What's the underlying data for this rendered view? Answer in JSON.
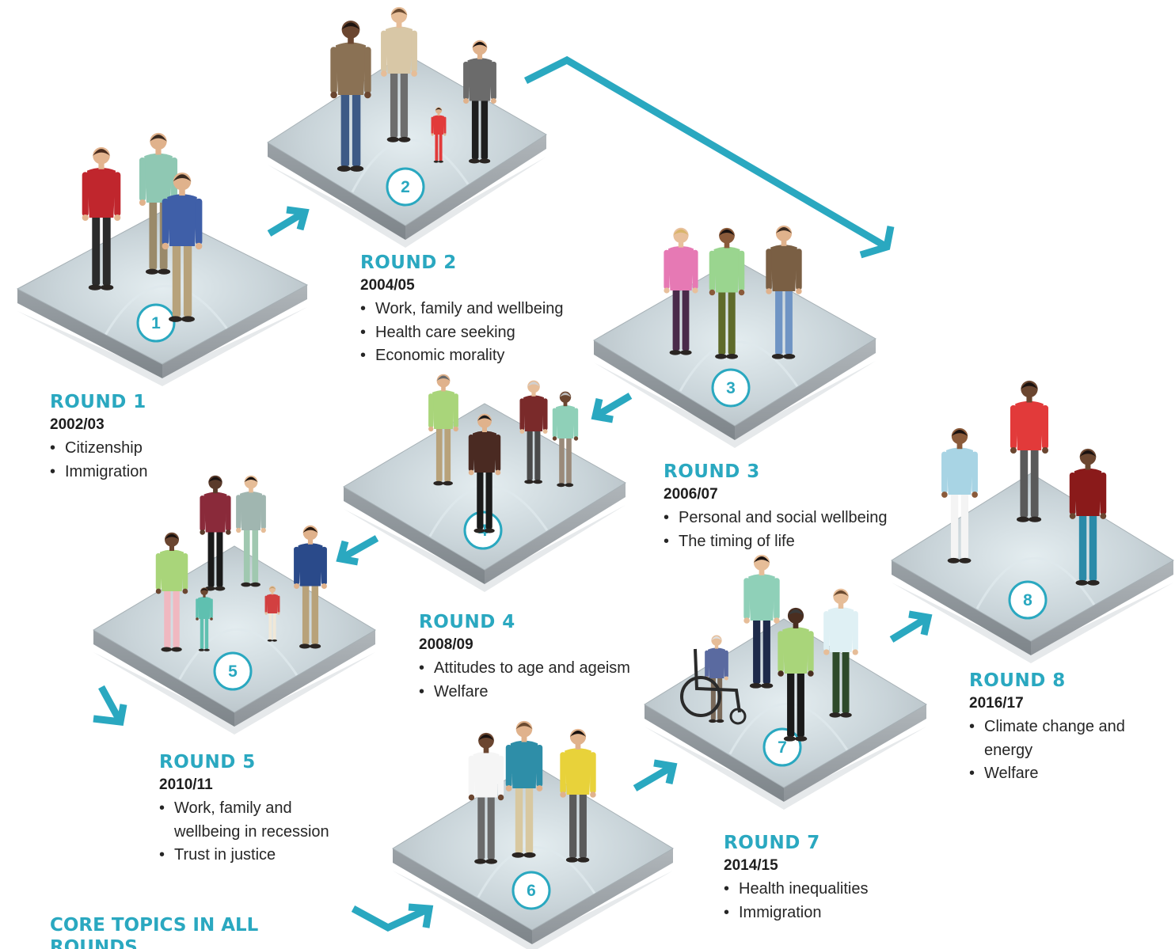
{
  "rounds": [
    {
      "num": "1",
      "title": "ROUND 1",
      "year": "2002/03",
      "topics": [
        "Citizenship",
        "Immigration"
      ]
    },
    {
      "num": "2",
      "title": "ROUND 2",
      "year": "2004/05",
      "topics": [
        "Work, family and wellbeing",
        "Health care seeking",
        "Economic morality"
      ]
    },
    {
      "num": "3",
      "title": "ROUND 3",
      "year": "2006/07",
      "topics": [
        "Personal and social wellbeing",
        "The timing of life"
      ]
    },
    {
      "num": "4",
      "title": "ROUND 4",
      "year": "2008/09",
      "topics": [
        "Attitudes to age and ageism",
        "Welfare"
      ]
    },
    {
      "num": "5",
      "title": "ROUND 5",
      "year": "2010/11",
      "topics": [
        "Work, family and wellbeing in recession",
        "Trust in justice"
      ]
    },
    {
      "num": "6",
      "title": "",
      "year": "",
      "topics": []
    },
    {
      "num": "7",
      "title": "ROUND 7",
      "year": "2014/15",
      "topics": [
        "Health inequalities",
        "Immigration"
      ]
    },
    {
      "num": "8",
      "title": "ROUND 8",
      "year": "2016/17",
      "topics": [
        "Climate change and energy",
        "Welfare"
      ]
    }
  ],
  "core_topics": {
    "title": "CORE TOPICS IN ALL ROUNDS"
  },
  "colors": {
    "accent": "#2aa8c0",
    "platform_top": "#cdd6da",
    "platform_side": "#8e959a",
    "text": "#222222"
  }
}
